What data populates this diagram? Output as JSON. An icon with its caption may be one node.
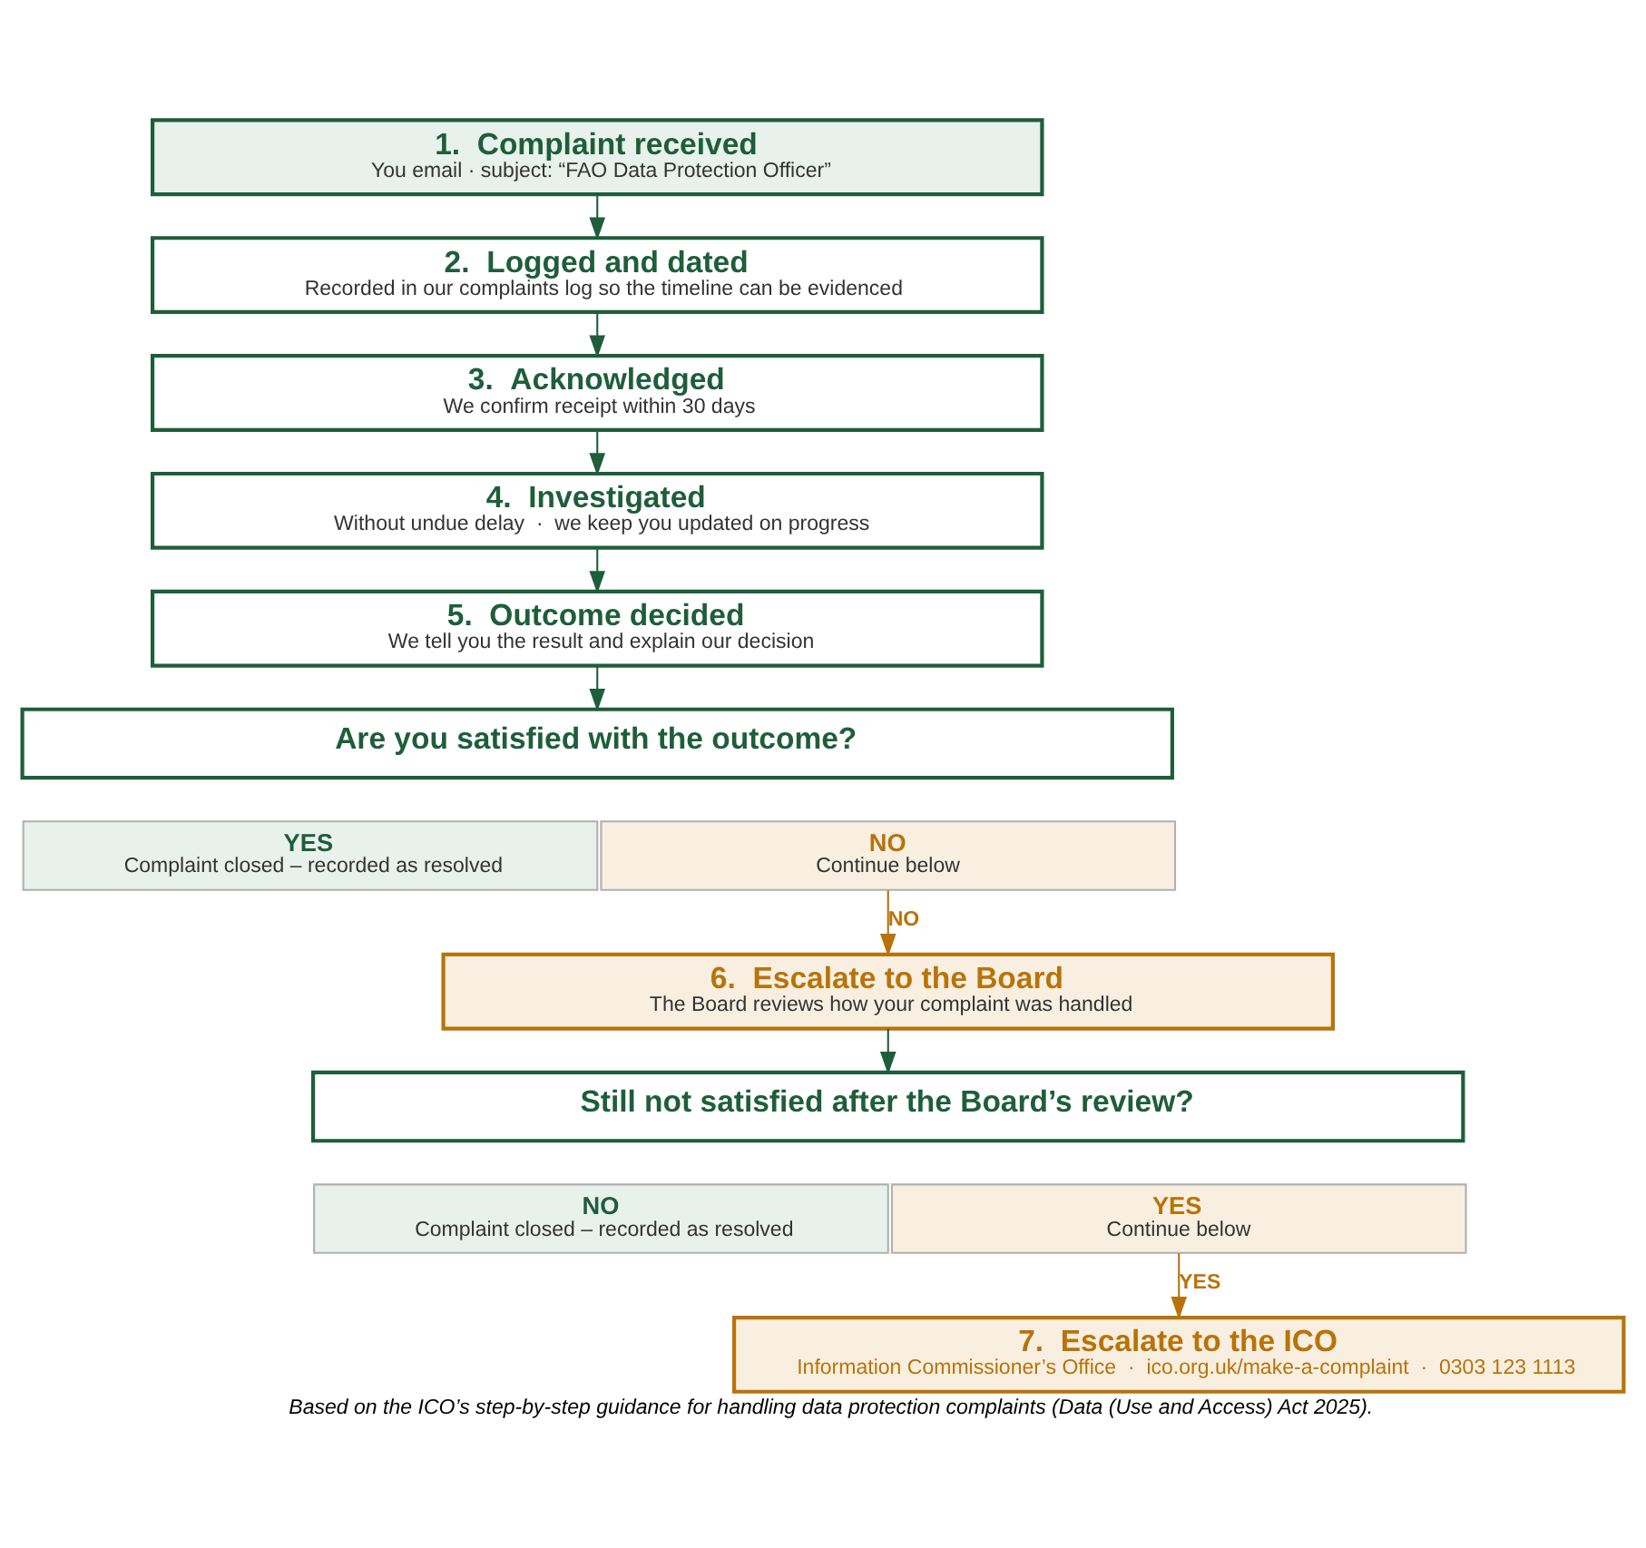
{
  "diagram": {
    "caption": "Based on the ICO’s step-by-step guidance for handling data protection complaints (Data (Use and Access) Act 2025).",
    "nodes": [
      {
        "text": [
          "1.  Complaint received",
          "You email · subject: “FAO Data Protection Officer”"
        ]
      },
      {
        "text": [
          "2.  Logged and dated",
          "Recorded in our complaints log so the timeline can be evidenced"
        ]
      },
      {
        "text": [
          "3.  Acknowledged",
          "We confirm receipt within 30 days"
        ]
      },
      {
        "text": [
          "4.  Investigated",
          "Without undue delay  ·  we keep you updated on progress"
        ]
      },
      {
        "text": [
          "5.  Outcome decided",
          "We tell you the result and explain our decision"
        ]
      },
      {
        "text": [
          "Are you satisfied with the outcome?"
        ]
      },
      {
        "text": [
          "YES",
          "Complaint closed – recorded as resolved"
        ]
      },
      {
        "text": [
          "NO",
          "Continue below"
        ]
      },
      {
        "text": [
          "6.  Escalate to the Board",
          "The Board reviews how your complaint was handled"
        ]
      },
      {
        "text": [
          "Still not satisfied after the Board’s review?"
        ]
      },
      {
        "text": [
          "NO",
          "Complaint closed – recorded as resolved"
        ]
      },
      {
        "text": [
          "YES",
          "Continue below"
        ]
      },
      {
        "text": [
          "7.  Escalate to the ICO",
          "Information Commissioner’s Office  ·  ico.org.uk/make-a-complaint  ·  0303 123 1113"
        ]
      }
    ],
    "edges": [
      {
        "from": 0,
        "to": 1,
        "arrow": "to"
      },
      {
        "from": 1,
        "to": 2,
        "arrow": "to"
      },
      {
        "from": 2,
        "to": 3,
        "arrow": "to"
      },
      {
        "from": 3,
        "to": 4,
        "arrow": "to"
      },
      {
        "from": 4,
        "to": 5,
        "arrow": "to"
      },
      {
        "from": 7,
        "to": 8,
        "arrow": "to",
        "label": "NO",
        "color": "#b8730a"
      },
      {
        "from": 8,
        "to": 9,
        "arrow": "to"
      },
      {
        "from": 11,
        "to": 12,
        "arrow": "to",
        "label": "YES",
        "color": "#b8730a"
      }
    ]
  }
}
